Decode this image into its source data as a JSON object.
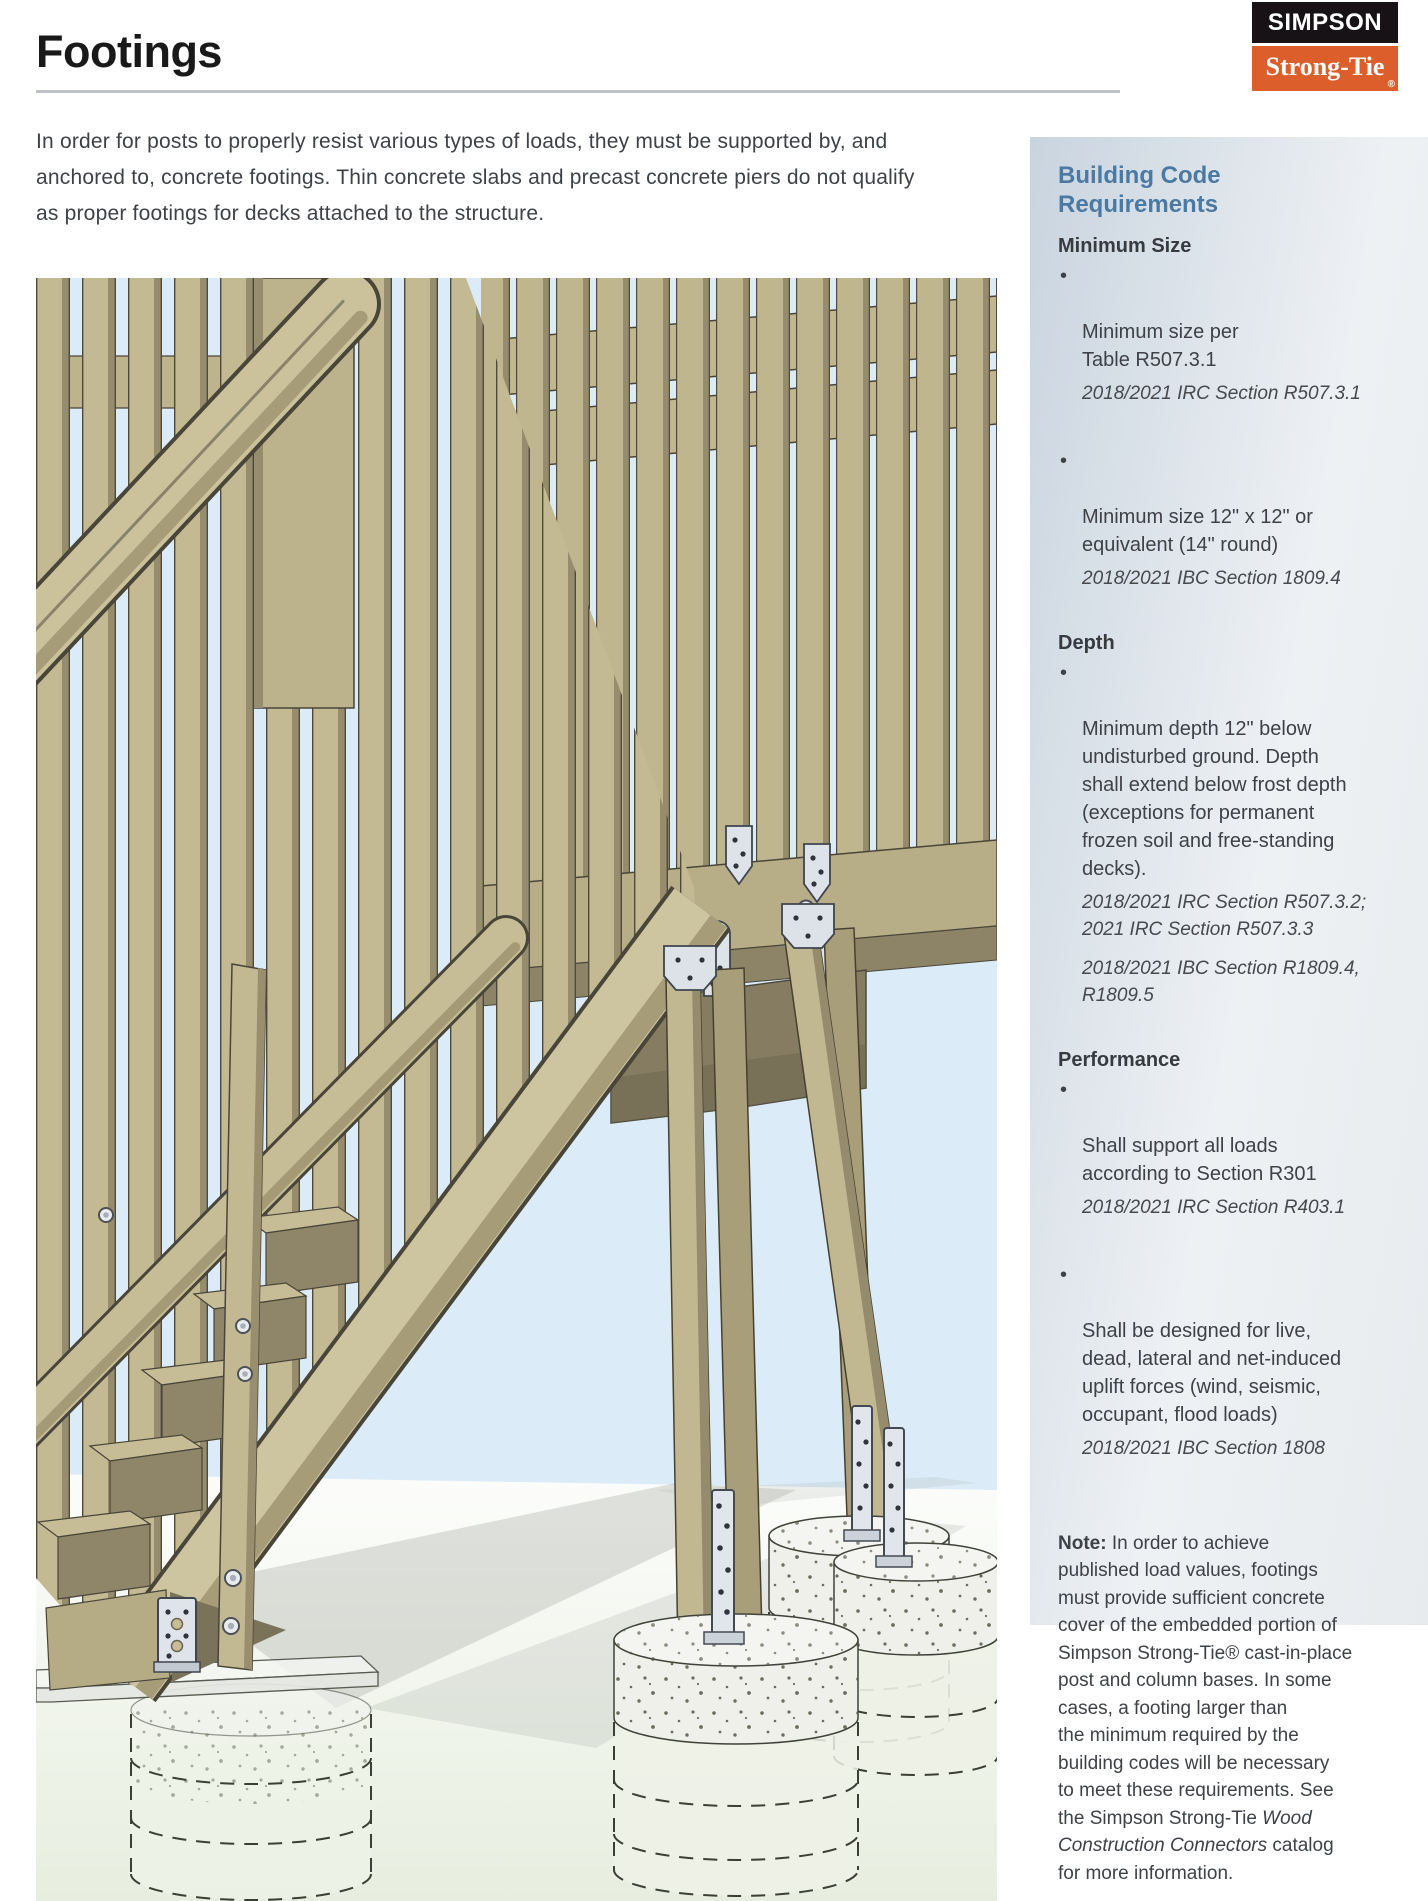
{
  "header": {
    "title": "Footings"
  },
  "logo": {
    "line1": "SIMPSON",
    "line2": "Strong-Tie",
    "registered": "®"
  },
  "intro": {
    "text": "In order for posts to properly resist various types of loads, they must be supported by, and\nanchored to, concrete footings. Thin concrete slabs and precast concrete piers do not qualify\nas proper footings for decks attached to the structure."
  },
  "sidebar": {
    "heading": "Building Code\nRequirements",
    "bullet": "•",
    "sections": [
      {
        "title": "Minimum Size",
        "items": [
          {
            "text": "Minimum size per\nTable R507.3.1",
            "refs": [
              "2018/2021 IRC Section R507.3.1"
            ]
          },
          {
            "text": "Minimum size 12\" x 12\" or\nequivalent (14\" round)",
            "refs": [
              "2018/2021 IBC Section 1809.4"
            ]
          }
        ]
      },
      {
        "title": "Depth",
        "items": [
          {
            "text": "Minimum depth 12\" below\nundisturbed ground. Depth\nshall extend below frost depth\n(exceptions for permanent\nfrozen soil and free-standing\ndecks).",
            "refs": [
              "2018/2021 IRC Section R507.3.2;\n2021 IRC Section R507.3.3",
              "2018/2021 IBC Section R1809.4,\nR1809.5"
            ]
          }
        ]
      },
      {
        "title": "Performance",
        "items": [
          {
            "text": "Shall support all loads\naccording to Section R301",
            "refs": [
              "2018/2021 IRC Section R403.1"
            ]
          },
          {
            "text": "Shall be designed for live,\ndead, lateral and net-induced\nuplift forces (wind, seismic,\noccupant, flood loads)",
            "refs": [
              "2018/2021 IBC Section 1808"
            ]
          }
        ]
      }
    ],
    "note": {
      "label": "Note:",
      "before": " In order to achieve\npublished load values, footings\nmust provide sufficient concrete\ncover of the embedded portion of\nSimpson Strong-Tie® cast-in-place\npost and column bases. In some\ncases, a footing larger than\nthe minimum required by the\nbuilding codes will be necessary\nto meet these requirements. See\nthe Simpson Strong-Tie ",
      "italic": "Wood\nConstruction Connectors",
      "after": " catalog\nfor more information."
    }
  },
  "illustration": {
    "subject": "deck-stairs-with-posts-anchored-to-concrete-footings",
    "colors": {
      "sky": "#dcebf8",
      "wood_light": "#cbc29c",
      "wood_shade": "#958c6d",
      "wood_dark": "#857c61",
      "metal": "#e1e6ec",
      "concrete": "#f3f4f0",
      "ground": "#e9efe1",
      "brand_orange": "#dc5f2b",
      "brand_black": "#171215",
      "heading_blue": "#4a7aa3"
    }
  }
}
